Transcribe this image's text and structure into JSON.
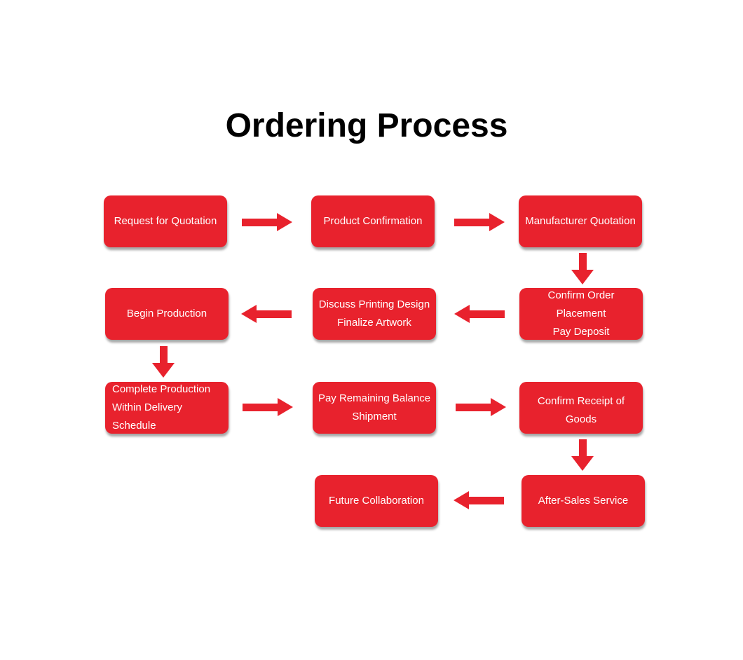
{
  "title": "Ordering Process",
  "colors": {
    "accent": "#e8222d",
    "node_text": "#ffffff",
    "title_text": "#000000",
    "background": "#ffffff"
  },
  "nodes": {
    "request_quotation": {
      "label": "Request for Quotation"
    },
    "product_confirmation": {
      "label": "Product Confirmation"
    },
    "manufacturer_quotation": {
      "label": "Manufacturer Quotation"
    },
    "begin_production": {
      "label": "Begin Production"
    },
    "discuss_printing": {
      "line1": "Discuss Printing Design",
      "line2": "Finalize Artwork"
    },
    "confirm_order": {
      "line1": "Confirm Order Placement",
      "line2": "Pay Deposit"
    },
    "complete_production": {
      "line1": "Complete Production",
      "line2": "Within Delivery Schedule"
    },
    "pay_balance": {
      "line1": "Pay Remaining Balance",
      "line2": "Shipment"
    },
    "confirm_receipt": {
      "label": "Confirm Receipt of Goods"
    },
    "future_collaboration": {
      "label": "Future Collaboration"
    },
    "after_sales": {
      "label": "After-Sales Service"
    }
  },
  "edges": [
    {
      "from": "request_quotation",
      "to": "product_confirmation",
      "direction": "right"
    },
    {
      "from": "product_confirmation",
      "to": "manufacturer_quotation",
      "direction": "right"
    },
    {
      "from": "manufacturer_quotation",
      "to": "confirm_order",
      "direction": "down"
    },
    {
      "from": "confirm_order",
      "to": "discuss_printing",
      "direction": "left"
    },
    {
      "from": "discuss_printing",
      "to": "begin_production",
      "direction": "left"
    },
    {
      "from": "begin_production",
      "to": "complete_production",
      "direction": "down"
    },
    {
      "from": "complete_production",
      "to": "pay_balance",
      "direction": "right"
    },
    {
      "from": "pay_balance",
      "to": "confirm_receipt",
      "direction": "right"
    },
    {
      "from": "confirm_receipt",
      "to": "after_sales",
      "direction": "down"
    },
    {
      "from": "after_sales",
      "to": "future_collaboration",
      "direction": "left"
    }
  ]
}
